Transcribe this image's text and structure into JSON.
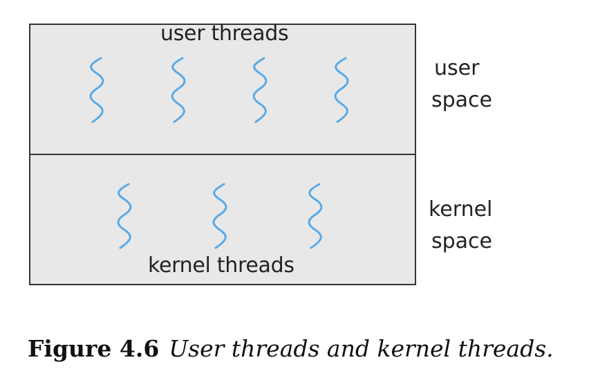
{
  "diagram": {
    "user_box_label": "user threads",
    "kernel_box_label": "kernel threads",
    "user_space_label": [
      "user",
      "space"
    ],
    "kernel_space_label": [
      "kernel",
      "space"
    ],
    "user_thread_count": 4,
    "kernel_thread_count": 3,
    "thread_color": "#5aa9e6",
    "box_fill": "#e8e8e8",
    "border_color": "#333333"
  },
  "caption": {
    "number": "Figure 4.6",
    "text": "User threads and kernel threads."
  }
}
